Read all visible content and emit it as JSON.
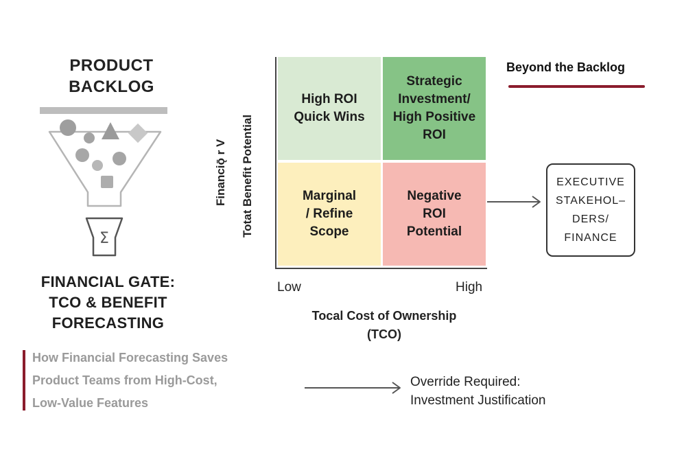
{
  "backlog": {
    "title_line1": "PRODUCT",
    "title_line2": "BACKLOG"
  },
  "gate": {
    "line1": "FINANCIAL GATE:",
    "line2": "TCO & BENEFIT",
    "line3": "FORECASTING"
  },
  "subtitle": {
    "line1": "How Financial Forecasting Saves",
    "line2": "Product Teams from High-Cost,",
    "line3": "Low-Value Features"
  },
  "matrix": {
    "top_left": {
      "line1": "High ROI",
      "line2": "Quick Wins"
    },
    "top_right": {
      "line1": "Strategic",
      "line2": "Investment/",
      "line3": "High Positive",
      "line4": "ROI"
    },
    "bottom_left": {
      "line1": "Marginal",
      "line2": "/ Refine",
      "line3": "Scope"
    },
    "bottom_right": {
      "line1": "Negative",
      "line2": "ROI",
      "line3": "Potential"
    },
    "colors": {
      "top_left": "#d9ead3",
      "top_right": "#86c386",
      "bottom_left": "#fdefbd",
      "bottom_right": "#f6b9b3"
    }
  },
  "axes": {
    "y_label_line1": "Financiǭ r V",
    "y_label_line2": "Totat  Benefit Potential",
    "x_low": "Low",
    "x_high": "High",
    "x_title_line1": "Tocal Cost of Ownership",
    "x_title_line2": "(TCO)"
  },
  "brand": {
    "label": "Beyond the Backlog",
    "accent": "#8b1c2c"
  },
  "stakeholders": {
    "line1": "EXECUTIVE",
    "line2": "STAKEHOL–",
    "line3": "DERS/",
    "line4": "FINANCE"
  },
  "override": {
    "line1": "Override Required:",
    "line2": "Investment Justification"
  },
  "icons": {
    "funnel": "funnel-icon",
    "sigma": "sigma-icon"
  }
}
